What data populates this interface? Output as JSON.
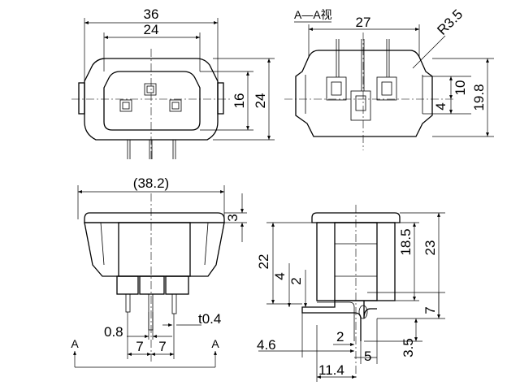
{
  "front_view": {
    "width_outer": "36",
    "width_inner": "24",
    "height_inner": "16",
    "height_outer": "24"
  },
  "section_view": {
    "title": "A—A视",
    "pin_span": "27",
    "radius": "R3.5",
    "dim_10": "10",
    "dim_4": "4",
    "dim_19_8": "19.8"
  },
  "bottom_view": {
    "overall_width": "(38.2)",
    "flange": "3",
    "pin_gap": "0.8",
    "pitch_left": "7",
    "pitch_right": "7",
    "thickness": "t0.4",
    "section_left": "A",
    "section_right": "A"
  },
  "side_view": {
    "height_22": "22",
    "dim_4": "4",
    "dim_2": "2",
    "height_18_5": "18.5",
    "height_23": "23",
    "dim_7": "7",
    "dim_3_5": "3.5",
    "offset_4_6": "4.6",
    "dim_2_bottom": "2",
    "dim_5": "5",
    "depth_11_4": "11.4"
  }
}
